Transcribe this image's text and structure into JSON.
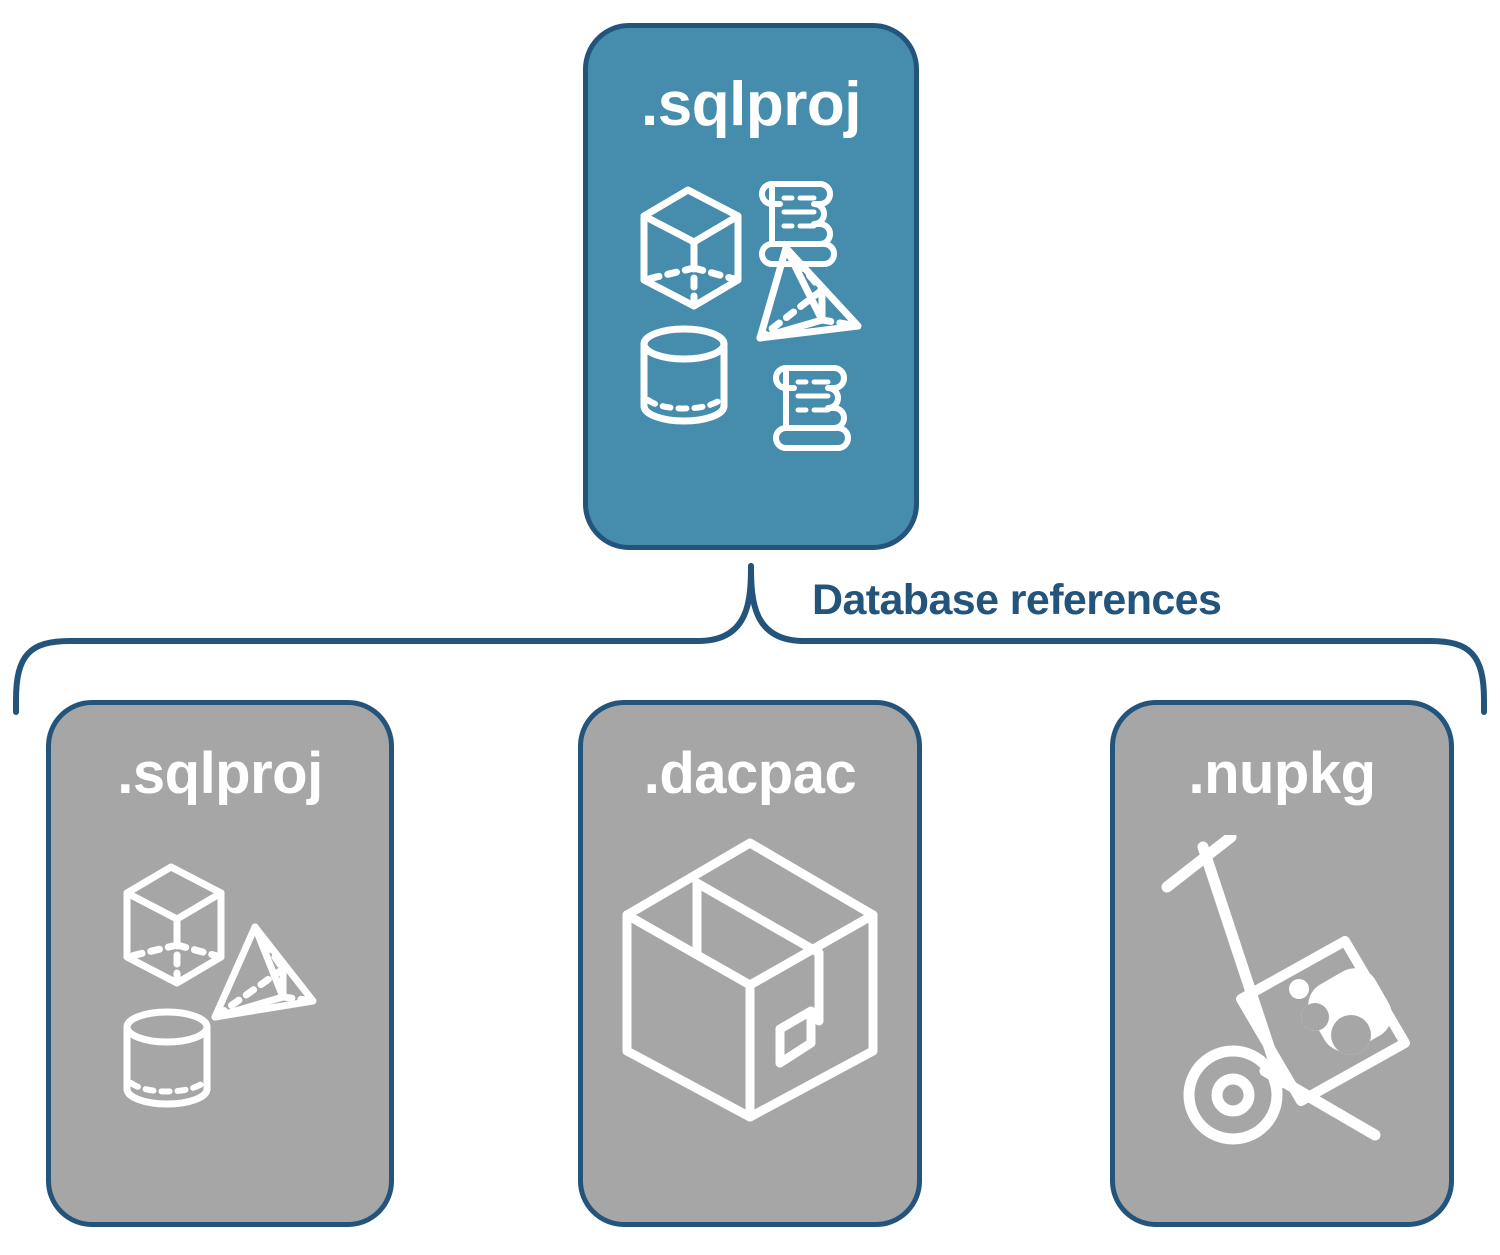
{
  "diagram": {
    "title_node": {
      "label": ".sqlproj",
      "fill": "#468cad",
      "border": "#23547c",
      "text_color": "#ffffff",
      "icons": [
        "cube-icon",
        "scroll-icon",
        "pyramid-icon",
        "cylinder-icon",
        "scroll-icon"
      ]
    },
    "connector": {
      "label": "Database references",
      "color": "#23547c",
      "style": "curly-brace"
    },
    "reference_nodes": [
      {
        "label": ".sqlproj",
        "fill": "#a6a6a6",
        "border": "#23547c",
        "text_color": "#ffffff",
        "icons": [
          "cube-icon",
          "pyramid-icon",
          "cylinder-icon"
        ]
      },
      {
        "label": ".dacpac",
        "fill": "#a6a6a6",
        "border": "#23547c",
        "text_color": "#ffffff",
        "icons": [
          "package-box-icon"
        ]
      },
      {
        "label": ".nupkg",
        "fill": "#a6a6a6",
        "border": "#23547c",
        "text_color": "#ffffff",
        "icons": [
          "hand-truck-icon",
          "nuget-package-icon"
        ]
      }
    ]
  }
}
